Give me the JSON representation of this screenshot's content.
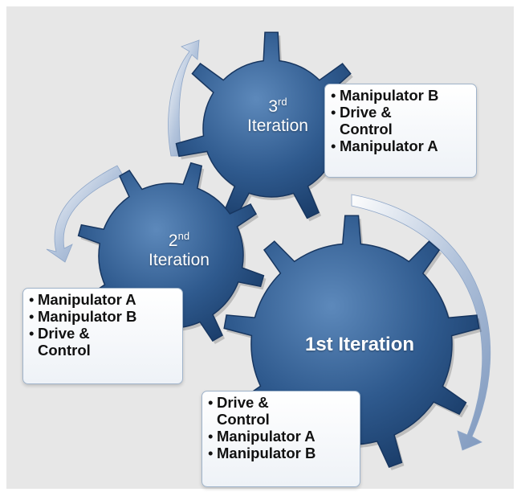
{
  "gears": {
    "third": {
      "ordinal": "3",
      "suffix": "rd",
      "word": "Iteration"
    },
    "second": {
      "ordinal": "2",
      "suffix": "nd",
      "word": "Iteration"
    },
    "first": {
      "title": "1st Iteration"
    }
  },
  "notes": {
    "third": [
      [
        "Manipulator B"
      ],
      [
        "Drive &",
        "Control"
      ],
      [
        "Manipulator A"
      ]
    ],
    "second": [
      [
        "Manipulator A"
      ],
      [
        "Manipulator B"
      ],
      [
        "Drive &",
        "Control"
      ]
    ],
    "first": [
      [
        "Drive &",
        "Control"
      ],
      [
        "Manipulator A"
      ],
      [
        "Manipulator B"
      ]
    ]
  },
  "colors": {
    "background": "#e7e7e7",
    "gear_light": "#5a86b8",
    "gear_dark": "#1b3d69",
    "arrow": "#a8bbd6",
    "note_border": "#9fb3ca"
  }
}
